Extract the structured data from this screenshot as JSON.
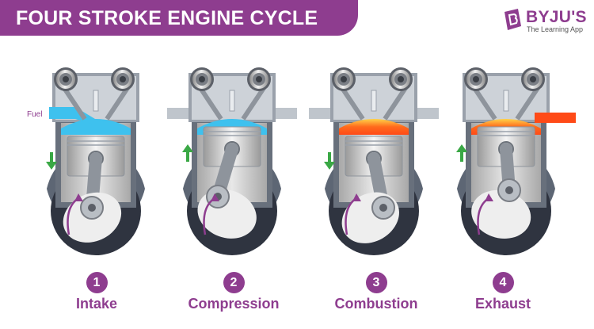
{
  "title": "FOUR STROKE ENGINE CYCLE",
  "brand": {
    "name": "BYJU'S",
    "tagline": "The Learning App"
  },
  "fuel_label": "Fuel",
  "colors": {
    "accent": "#8e3d8f",
    "fuel": "#3ec1ee",
    "combustion": "#ff4a17",
    "arrow": "#3aa845"
  },
  "stages": [
    {
      "number": "1",
      "name": "Intake",
      "piston": "down",
      "charge": "fuel"
    },
    {
      "number": "2",
      "name": "Compression",
      "piston": "up",
      "charge": "fuel"
    },
    {
      "number": "3",
      "name": "Combustion",
      "piston": "down",
      "charge": "combustion"
    },
    {
      "number": "4",
      "name": "Exhaust",
      "piston": "up",
      "charge": "combustion"
    }
  ]
}
